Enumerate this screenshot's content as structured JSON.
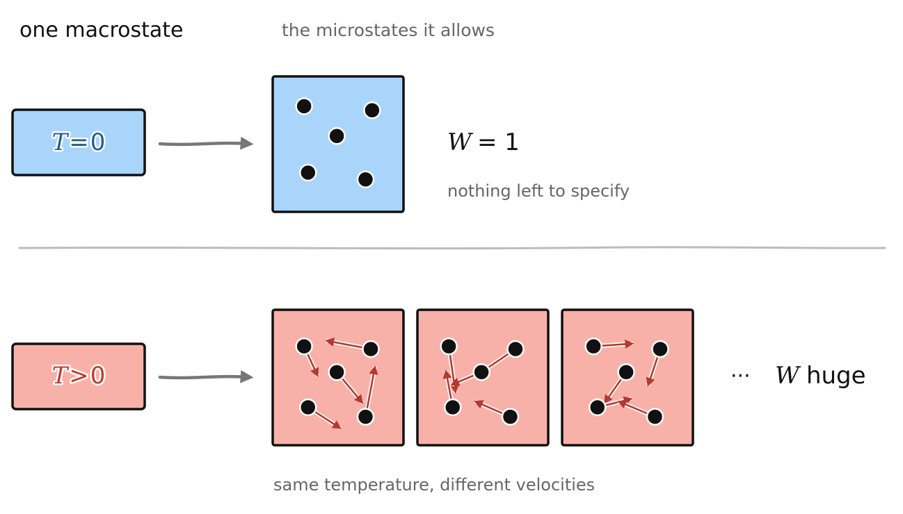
{
  "headers": {
    "left": "one macrostate",
    "right": "the microstates it allows"
  },
  "cold": {
    "T": "T",
    "op": "=",
    "val": "0",
    "W_symbol": "W",
    "W_rel": "= 1",
    "note": "nothing left to specify",
    "microstates": [
      {
        "particles": [
          [
            0.24,
            0.22
          ],
          [
            0.76,
            0.25
          ],
          [
            0.49,
            0.44
          ],
          [
            0.27,
            0.71
          ],
          [
            0.71,
            0.76
          ]
        ],
        "arrows": []
      }
    ]
  },
  "hot": {
    "T": "T",
    "op": ">",
    "val": "0",
    "dots": "···",
    "W_symbol": "W",
    "W_rel": "huge",
    "note": "same temperature, different velocities",
    "microstates": [
      {
        "particles": [
          [
            0.24,
            0.27
          ],
          [
            0.75,
            0.29
          ],
          [
            0.49,
            0.46
          ],
          [
            0.27,
            0.72
          ],
          [
            0.71,
            0.79
          ]
        ],
        "arrows": [
          [
            0.75,
            0.29,
            0.42,
            0.23
          ],
          [
            0.24,
            0.27,
            0.34,
            0.48
          ],
          [
            0.49,
            0.46,
            0.68,
            0.68
          ],
          [
            0.71,
            0.79,
            0.78,
            0.43
          ],
          [
            0.27,
            0.72,
            0.51,
            0.87
          ]
        ]
      },
      {
        "particles": [
          [
            0.24,
            0.27
          ],
          [
            0.75,
            0.29
          ],
          [
            0.49,
            0.46
          ],
          [
            0.27,
            0.72
          ],
          [
            0.71,
            0.79
          ]
        ],
        "arrows": [
          [
            0.75,
            0.29,
            0.49,
            0.46
          ],
          [
            0.24,
            0.27,
            0.29,
            0.6
          ],
          [
            0.49,
            0.46,
            0.27,
            0.55
          ],
          [
            0.27,
            0.72,
            0.22,
            0.46
          ],
          [
            0.71,
            0.79,
            0.45,
            0.68
          ]
        ]
      },
      {
        "particles": [
          [
            0.24,
            0.27
          ],
          [
            0.75,
            0.29
          ],
          [
            0.49,
            0.46
          ],
          [
            0.27,
            0.72
          ],
          [
            0.71,
            0.79
          ]
        ],
        "arrows": [
          [
            0.24,
            0.27,
            0.53,
            0.25
          ],
          [
            0.75,
            0.29,
            0.66,
            0.55
          ],
          [
            0.49,
            0.46,
            0.33,
            0.68
          ],
          [
            0.27,
            0.72,
            0.52,
            0.66
          ],
          [
            0.71,
            0.79,
            0.44,
            0.68
          ]
        ]
      }
    ]
  },
  "colors": {
    "ink": "#111111",
    "cold_fill": "#a9d5fb",
    "cold_text": "#1f5f8f",
    "hot_fill": "#f8b1a8",
    "hot_text": "#c0392b",
    "arrow_red": "#b23a2f",
    "connector": "#777777",
    "divider": "#bbbbbb",
    "note": "#666666"
  }
}
